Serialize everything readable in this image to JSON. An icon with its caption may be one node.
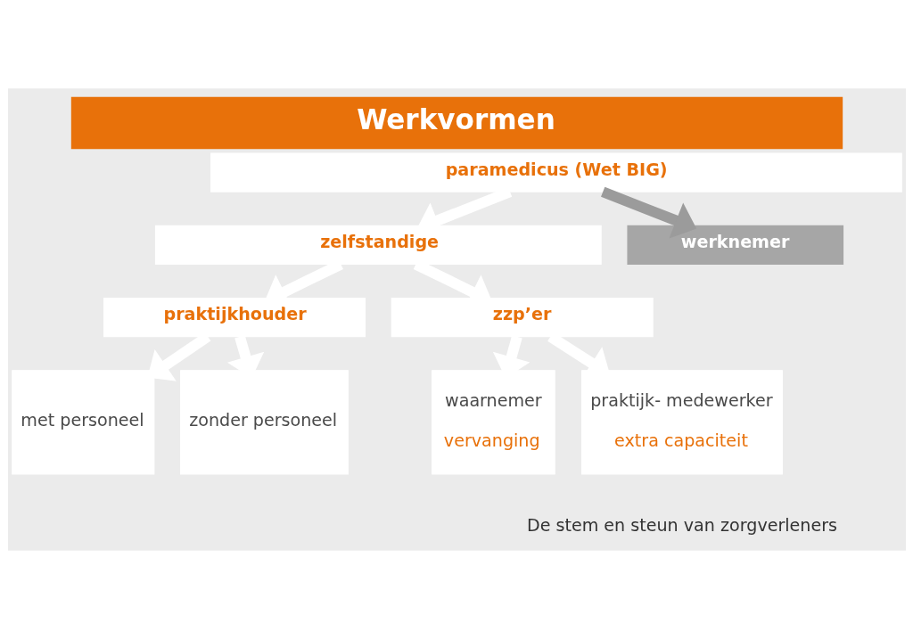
{
  "diagram": {
    "title": "Werkvormen",
    "nodes": [
      {
        "text": [
          "paramedicus (Wet BIG)"
        ]
      },
      {
        "text": [
          "zelfstandige"
        ]
      },
      {
        "text": [
          "werknemer"
        ]
      },
      {
        "text": [
          "praktijkhouder"
        ]
      },
      {
        "text": [
          "zzp’er"
        ]
      },
      {
        "text": [
          "met personeel"
        ]
      },
      {
        "text": [
          "zonder personeel"
        ]
      },
      {
        "text": [
          "waarnemer",
          "vervanging"
        ]
      },
      {
        "text": [
          "praktijk- medewerker",
          "extra capaciteit"
        ]
      }
    ],
    "edges": [
      {
        "from": 0,
        "to": 1,
        "arrow": "to"
      },
      {
        "from": 0,
        "to": 2,
        "arrow": "to",
        "color": "#9b9b9b"
      },
      {
        "from": 1,
        "to": 3,
        "arrow": "to"
      },
      {
        "from": 1,
        "to": 4,
        "arrow": "to"
      },
      {
        "from": 3,
        "to": 5,
        "arrow": "to"
      },
      {
        "from": 3,
        "to": 6,
        "arrow": "to"
      },
      {
        "from": 4,
        "to": 7,
        "arrow": "to"
      },
      {
        "from": 4,
        "to": 8,
        "arrow": "to"
      }
    ],
    "labels": [
      "De stem en steun van zorgverleners"
    ]
  }
}
